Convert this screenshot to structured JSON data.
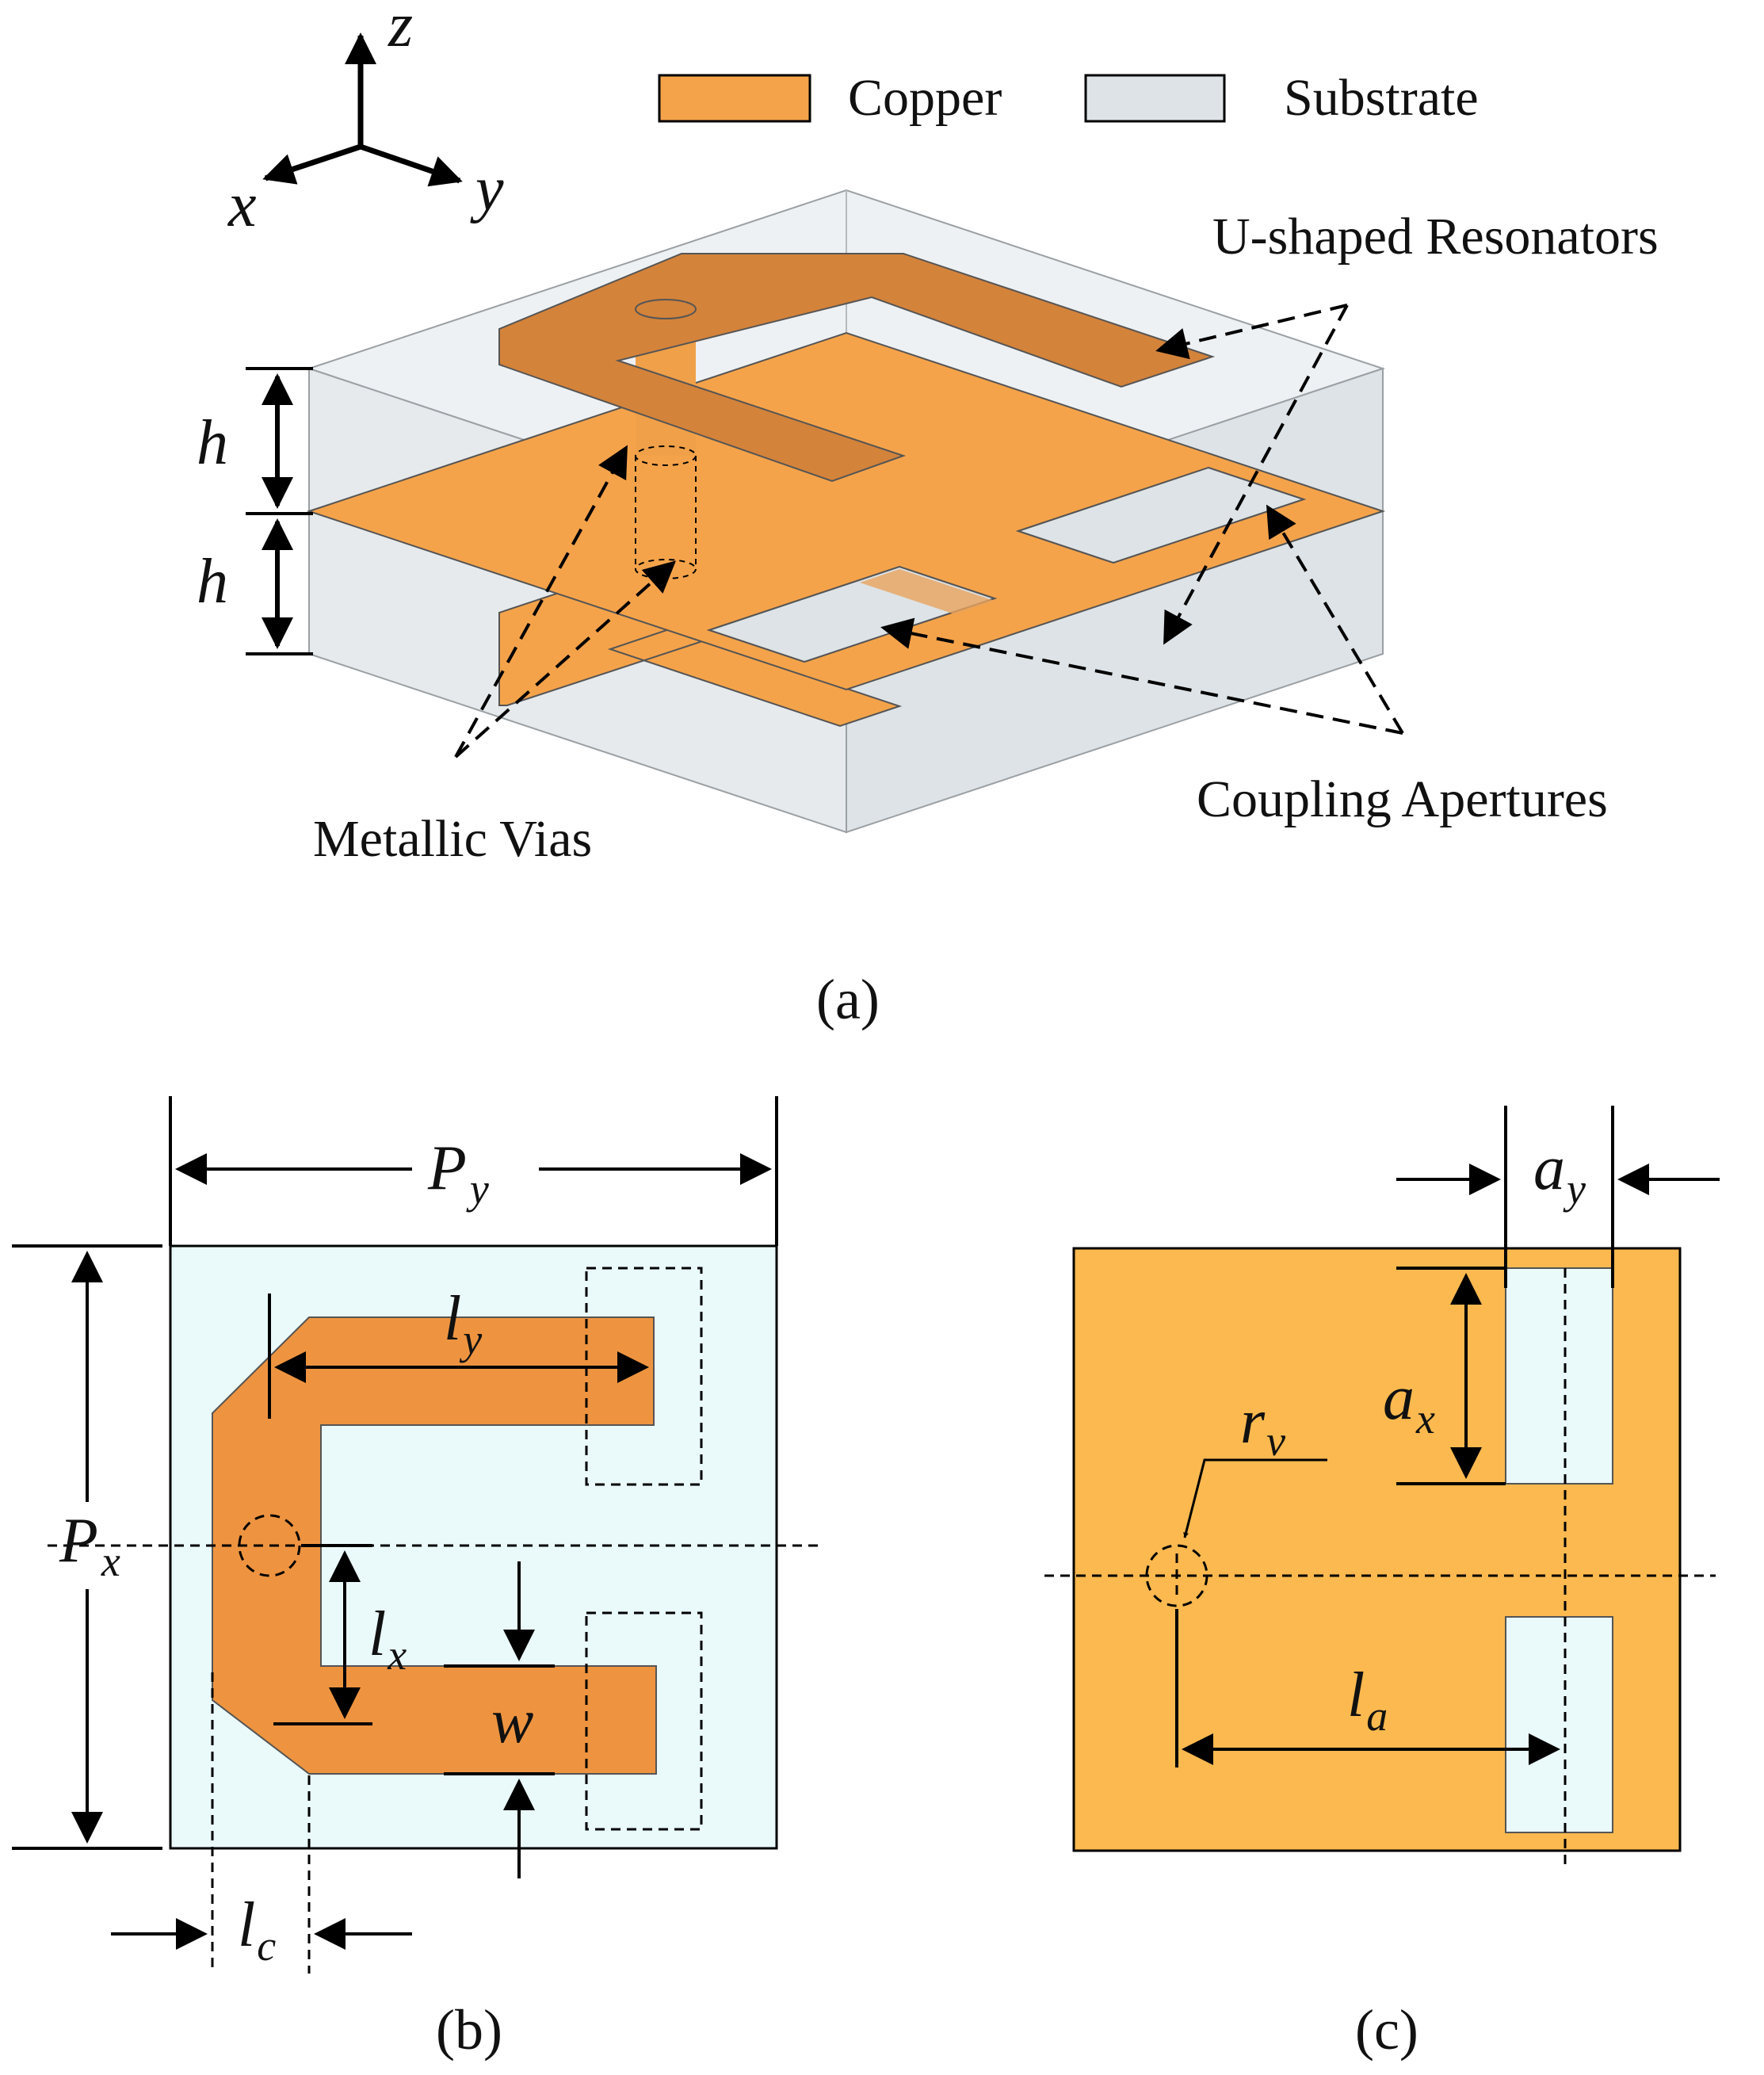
{
  "legend": {
    "copper": "Copper",
    "substrate": "Substrate"
  },
  "colors": {
    "copper": "#F5A34A",
    "copper_top": "#D4833A",
    "copper_b": "#EE9440",
    "copper_c": "#FBB94F",
    "substrate": "#EAF9FA",
    "substrate_3d": "#DDE3E6"
  },
  "axes": {
    "x": "x",
    "y": "y",
    "z": "z"
  },
  "panel_a": {
    "caption": "(a)",
    "annotations": {
      "resonators": "U-shaped Resonators",
      "apertures": "Coupling Apertures",
      "vias": "Metallic Vias"
    },
    "dimension_h": "h"
  },
  "panel_b": {
    "caption": "(b)",
    "labels": {
      "P": "P",
      "Py_sub": "y",
      "Px_sub": "x",
      "l": "l",
      "ly_sub": "y",
      "lx_sub": "x",
      "lc_sub": "c",
      "w": "w"
    }
  },
  "panel_c": {
    "caption": "(c)",
    "labels": {
      "a": "a",
      "ay_sub": "y",
      "ax_sub": "x",
      "r": "r",
      "rv_sub": "v",
      "l": "l",
      "la_sub": "a"
    }
  }
}
